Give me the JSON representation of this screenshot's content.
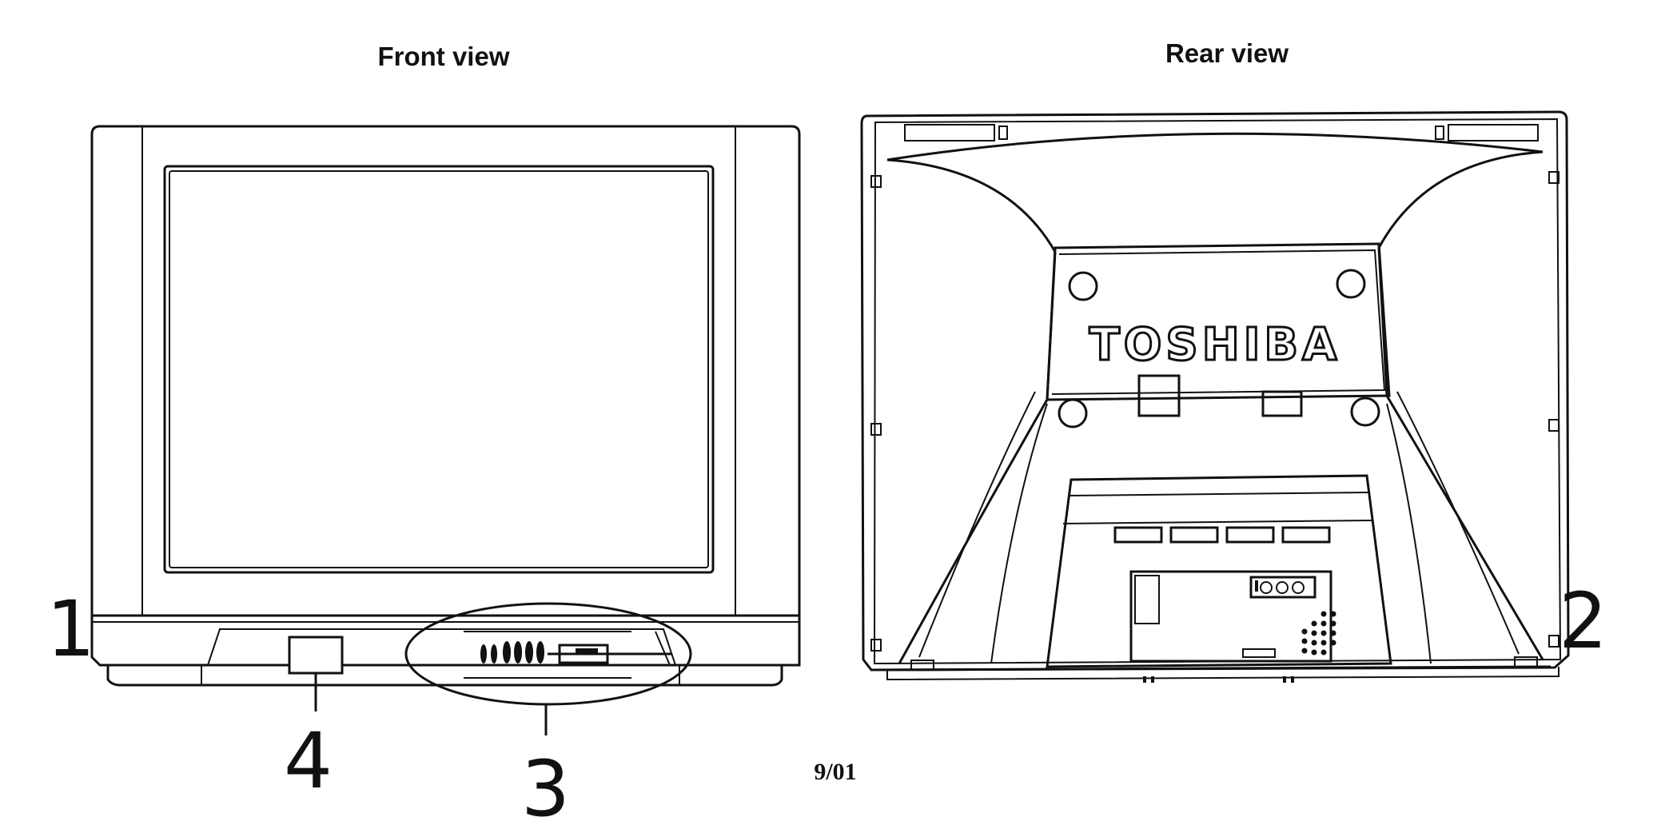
{
  "headings": {
    "front": "Front view",
    "rear": "Rear view"
  },
  "brand": {
    "logo_text": "TOSHIBA"
  },
  "callouts": {
    "c1": "1",
    "c2": "2",
    "c3": "3",
    "c4": "4"
  },
  "footer": {
    "date_code": "9/01"
  },
  "colors": {
    "line": "#111111",
    "background": "#ffffff"
  }
}
